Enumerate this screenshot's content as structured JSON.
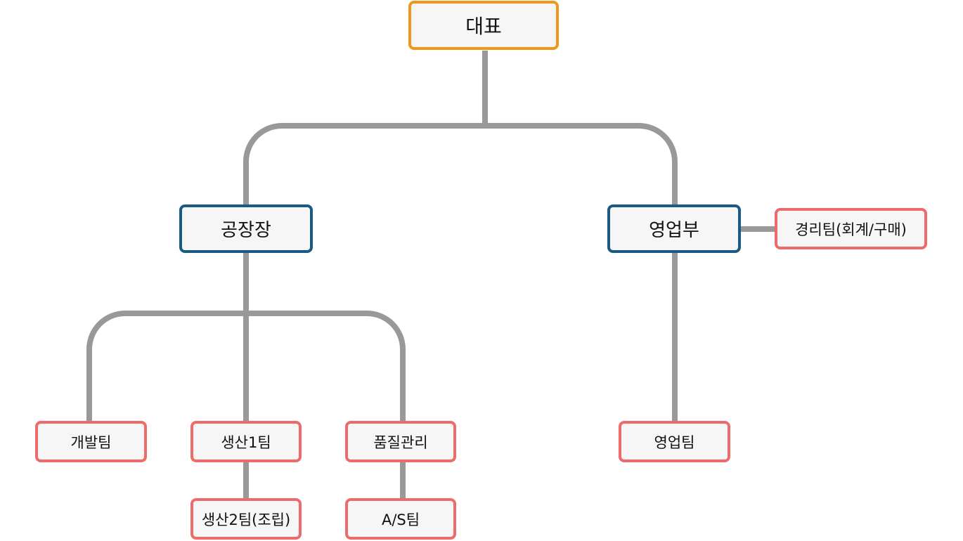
{
  "org_chart": {
    "ceo": {
      "label": "대표"
    },
    "factory_head": {
      "label": "공장장"
    },
    "sales_head": {
      "label": "영업부"
    },
    "accounting_team": {
      "label": "경리팀(회계/구매)"
    },
    "dev_team": {
      "label": "개발팀"
    },
    "production1_team": {
      "label": "생산1팀"
    },
    "qc_team": {
      "label": "품질관리"
    },
    "sales_team": {
      "label": "영업팀"
    },
    "production2_team": {
      "label": "생산2팀(조립)"
    },
    "as_team": {
      "label": "A/S팀"
    }
  },
  "colors": {
    "ceo_border": "#f0971e",
    "head_border": "#1c5a86",
    "team_border": "#ee6b6b",
    "node_fill": "#f6f6f6",
    "connector": "#999999"
  }
}
